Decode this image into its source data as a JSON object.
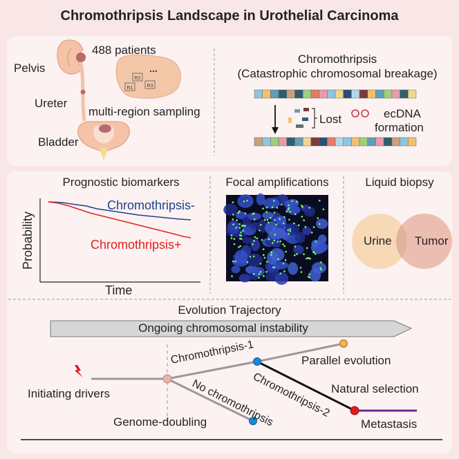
{
  "title": "Chromothripsis Landscape in Urothelial Carcinoma",
  "anatomy": {
    "pelvis": "Pelvis",
    "ureter": "Ureter",
    "bladder": "Bladder",
    "patients": "488 patients",
    "sampling": "multi-region sampling",
    "regions": [
      "R1",
      "R2",
      "R3"
    ],
    "more": "..."
  },
  "chromothripsis_panel": {
    "title": "Chromothripsis",
    "subtitle": "(Catastrophic chromosomal breakage)",
    "lost": "Lost",
    "ecdna": "ecDNA",
    "formation": "formation"
  },
  "prognostic": {
    "title": "Prognostic biomarkers",
    "ylabel": "Probability",
    "xlabel": "Time",
    "series": [
      {
        "name": "Chromothripsis-",
        "color": "#1f3f8f"
      },
      {
        "name": "Chromothripsis+",
        "color": "#e02020"
      }
    ]
  },
  "focal": {
    "title": "Focal amplifications"
  },
  "liquid": {
    "title": "Liquid biopsy",
    "urine": "Urine",
    "tumor": "Tumor"
  },
  "evolution": {
    "title": "Evolution Trajectory",
    "arrow_label": "Ongoing chromosomal instability",
    "initiating": "Initiating drivers",
    "chromo1": "Chromothripsis-1",
    "chromo2": "Chromothripsis-2",
    "no_chromo": "No chromothripsis",
    "genome_doubling": "Genome-doubling",
    "parallel": "Parallel evolution",
    "natural": "Natural selection",
    "metastasis": "Metastasis"
  },
  "colors": {
    "chromosome_bands": [
      "#8ec6df",
      "#f1c16d",
      "#5fa0b5",
      "#2b5d6e",
      "#caa07a",
      "#2f5f6f",
      "#9bd07f",
      "#e67a64",
      "#e89ca6",
      "#8ec6df",
      "#f0d78c",
      "#2b4f6e",
      "#b3d8ea",
      "#7a3b3b",
      "#f1c16d",
      "#5fa0b5",
      "#9bd07f",
      "#e89ca6",
      "#2f5f6f",
      "#f0d78c"
    ],
    "chromosome_bands_after": [
      "#caa07a",
      "#8ec6df",
      "#9bd07f",
      "#e89ca6",
      "#2f5f6f",
      "#5fa0b5",
      "#f0d78c",
      "#7a3b3b",
      "#2b4f6e",
      "#e67a64",
      "#b3d8ea",
      "#8ec6df",
      "#f1c16d",
      "#9bd07f",
      "#5fa0b5",
      "#e89ca6",
      "#2b5d6e",
      "#caa07a",
      "#8ec6df",
      "#f1c16d"
    ]
  }
}
